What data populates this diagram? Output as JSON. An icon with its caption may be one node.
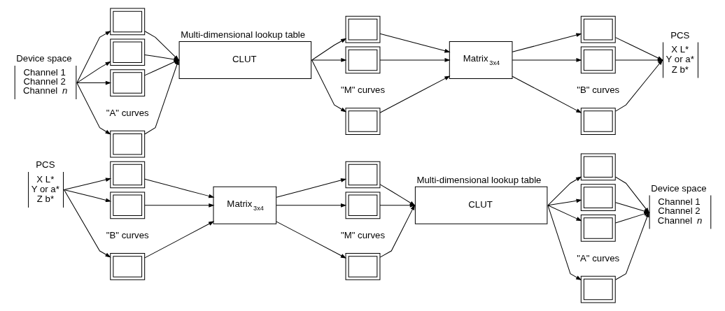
{
  "diagram": {
    "nodes": [
      {
        "text": [
          "Device space",
          "Channel 1",
          "Channel 2",
          "Channel *n*"
        ]
      },
      {
        "text": [],
        "shape": "picture"
      },
      {
        "text": [],
        "shape": "picture"
      },
      {
        "text": [],
        "shape": "picture"
      },
      {
        "text": [],
        "shape": "picture"
      },
      {
        "text": [
          "CLUT"
        ],
        "beside": [
          "Multi-dimensional lookup table"
        ]
      },
      {
        "text": [],
        "shape": "picture"
      },
      {
        "text": [],
        "shape": "picture"
      },
      {
        "text": [],
        "shape": "picture"
      },
      {
        "text": [
          "Matrix$_{3x4}$"
        ]
      },
      {
        "text": [],
        "shape": "picture"
      },
      {
        "text": [],
        "shape": "picture"
      },
      {
        "text": [],
        "shape": "picture"
      },
      {
        "text": [
          "PCS",
          "X L*",
          "Y or a*",
          "Z b*"
        ]
      },
      {
        "text": [
          "PCS",
          "X L*",
          "Y or a*",
          "Z b*"
        ]
      },
      {
        "text": [],
        "shape": "picture"
      },
      {
        "text": [],
        "shape": "picture"
      },
      {
        "text": [],
        "shape": "picture"
      },
      {
        "text": [
          "Matrix$_{3x4}$"
        ]
      },
      {
        "text": [],
        "shape": "picture"
      },
      {
        "text": [],
        "shape": "picture"
      },
      {
        "text": [],
        "shape": "picture"
      },
      {
        "text": [
          "CLUT"
        ],
        "beside": [
          "Multi-dimensional lookup table"
        ]
      },
      {
        "text": [],
        "shape": "picture"
      },
      {
        "text": [],
        "shape": "picture"
      },
      {
        "text": [],
        "shape": "picture"
      },
      {
        "text": [],
        "shape": "picture"
      },
      {
        "text": [
          "Device space",
          "Channel 1",
          "Channel 2",
          "Channel *n*"
        ]
      }
    ],
    "edges": [
      {
        "from": 0,
        "to": 1,
        "arrow": "to"
      },
      {
        "from": 0,
        "to": 2,
        "arrow": "to"
      },
      {
        "from": 0,
        "to": 3,
        "arrow": "to"
      },
      {
        "from": 0,
        "to": 4,
        "arrow": "to"
      },
      {
        "from": 1,
        "to": 5,
        "arrow": "to"
      },
      {
        "from": 2,
        "to": 5,
        "arrow": "to"
      },
      {
        "from": 3,
        "to": 5,
        "arrow": "to"
      },
      {
        "from": 4,
        "to": 5,
        "arrow": "to"
      },
      {
        "from": 5,
        "to": 6,
        "arrow": "to"
      },
      {
        "from": 5,
        "to": 7,
        "arrow": "to"
      },
      {
        "from": 5,
        "to": 8,
        "arrow": "to"
      },
      {
        "from": 6,
        "to": 9,
        "arrow": "to"
      },
      {
        "from": 7,
        "to": 9,
        "arrow": "to"
      },
      {
        "from": 8,
        "to": 9,
        "arrow": "to"
      },
      {
        "from": 9,
        "to": 10,
        "arrow": "to"
      },
      {
        "from": 9,
        "to": 11,
        "arrow": "to"
      },
      {
        "from": 9,
        "to": 12,
        "arrow": "to"
      },
      {
        "from": 10,
        "to": 13,
        "arrow": "to"
      },
      {
        "from": 11,
        "to": 13,
        "arrow": "to"
      },
      {
        "from": 12,
        "to": 13,
        "arrow": "to"
      },
      {
        "from": 14,
        "to": 15,
        "arrow": "to"
      },
      {
        "from": 14,
        "to": 16,
        "arrow": "to"
      },
      {
        "from": 14,
        "to": 17,
        "arrow": "to"
      },
      {
        "from": 15,
        "to": 18,
        "arrow": "to"
      },
      {
        "from": 16,
        "to": 18,
        "arrow": "to"
      },
      {
        "from": 17,
        "to": 18,
        "arrow": "to"
      },
      {
        "from": 18,
        "to": 19,
        "arrow": "to"
      },
      {
        "from": 18,
        "to": 20,
        "arrow": "to"
      },
      {
        "from": 18,
        "to": 21,
        "arrow": "to"
      },
      {
        "from": 19,
        "to": 22,
        "arrow": "to"
      },
      {
        "from": 20,
        "to": 22,
        "arrow": "to"
      },
      {
        "from": 21,
        "to": 22,
        "arrow": "to"
      },
      {
        "from": 22,
        "to": 23,
        "arrow": "to"
      },
      {
        "from": 22,
        "to": 24,
        "arrow": "to"
      },
      {
        "from": 22,
        "to": 25,
        "arrow": "to"
      },
      {
        "from": 22,
        "to": 26,
        "arrow": "to"
      },
      {
        "from": 23,
        "to": 27,
        "arrow": "to"
      },
      {
        "from": 24,
        "to": 27,
        "arrow": "to"
      },
      {
        "from": 25,
        "to": 27,
        "arrow": "to"
      },
      {
        "from": 26,
        "to": 27,
        "arrow": "to"
      }
    ],
    "labels": [
      "\"A\" curves",
      "\"M\" curves",
      "\"B\" curves",
      "\"B\" curves",
      "\"M\" curves",
      "\"A\" curves"
    ]
  }
}
